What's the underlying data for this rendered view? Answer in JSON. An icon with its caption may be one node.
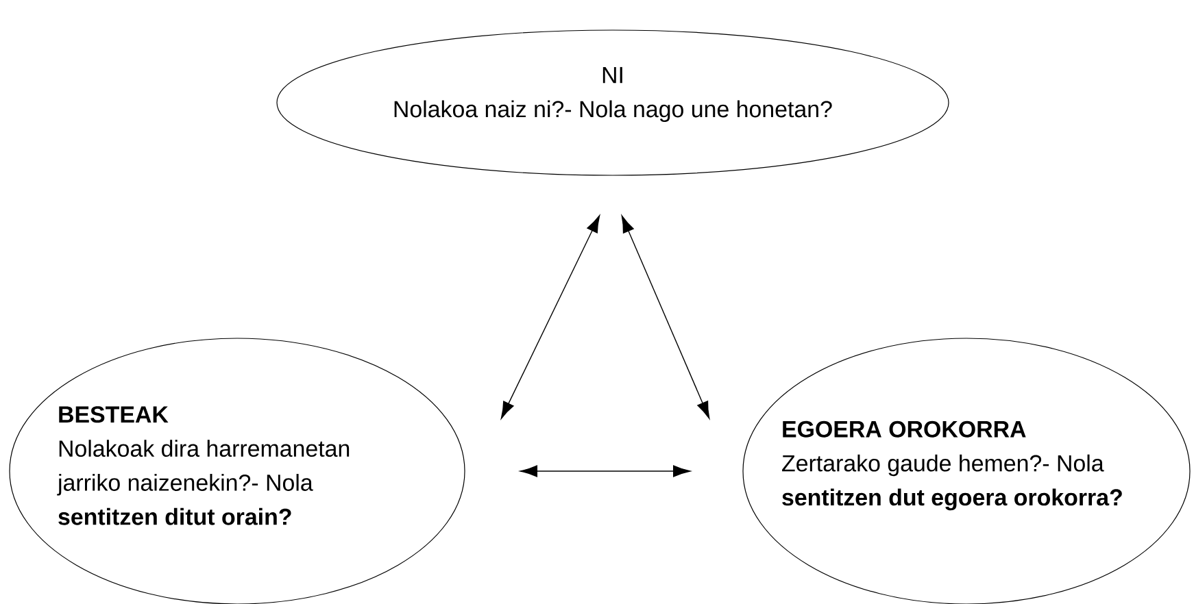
{
  "diagram": {
    "nodes": [
      {
        "text": [
          "NI",
          "Nolakoa naiz ni?- Nola nago une honetan?"
        ]
      },
      {
        "text": [
          "BESTEAK",
          "Nolakoak dira harremanetan jarriko naizenekin?- Nola **sentitzen ditut orain?**"
        ]
      },
      {
        "text": [
          "EGOERA OROKORRA",
          "Zertarako gaude hemen?- Nola **sentitzen dut egoera orokorra?**"
        ]
      }
    ],
    "edges": [
      {
        "from": 1,
        "to": 0,
        "arrow": "both"
      },
      {
        "from": 0,
        "to": 2,
        "arrow": "both"
      },
      {
        "from": 1,
        "to": 2,
        "arrow": "both"
      }
    ]
  }
}
